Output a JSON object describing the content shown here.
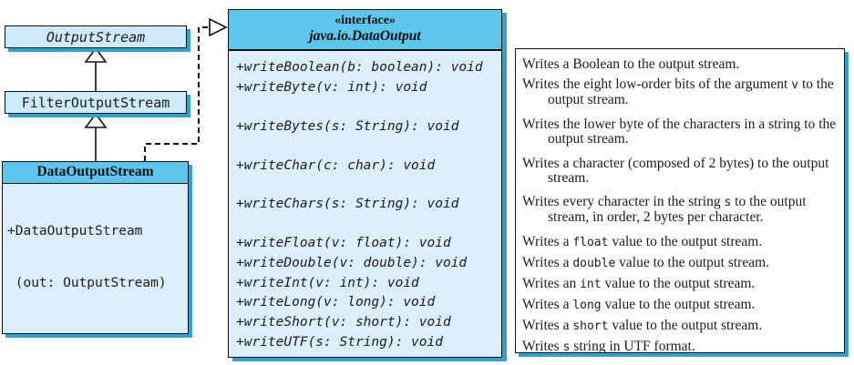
{
  "hierarchy": {
    "classes": [
      {
        "name": "OutputStream",
        "abstract": true
      },
      {
        "name": "FilterOutputStream",
        "abstract": false
      },
      {
        "name": "DataOutputStream",
        "abstract": false,
        "emphasized": true,
        "members": [
          "+DataOutputStream",
          " (out: OutputStream)"
        ]
      }
    ]
  },
  "interface_box": {
    "stereotype": "«interface»",
    "name": "java.io.DataOutput",
    "methods": [
      "+writeBoolean(b: boolean): void",
      "+writeByte(v: int): void",
      "+writeBytes(s: String): void",
      "+writeChar(c: char): void",
      "+writeChars(s: String): void",
      "+writeFloat(v: float): void",
      "+writeDouble(v: double): void",
      "+writeInt(v: int): void",
      "+writeLong(v: long): void",
      "+writeShort(v: short): void",
      "+writeUTF(s: String): void"
    ]
  },
  "descriptions": {
    "rows": [
      [
        {
          "text": "Writes a Boolean to the output stream."
        }
      ],
      [
        {
          "text": "Writes the eight low-order bits of the argument "
        },
        {
          "text": "v",
          "mono": true
        },
        {
          "text": " to the output stream."
        }
      ],
      [
        {
          "text": "Writes the lower byte of the characters in a string to the output stream."
        }
      ],
      [
        {
          "text": "Writes a character (composed of 2 bytes) to the output stream."
        }
      ],
      [
        {
          "text": "Writes every character in the string "
        },
        {
          "text": "s",
          "mono": true
        },
        {
          "text": " to the output stream, in order, 2 bytes per character."
        }
      ],
      [
        {
          "text": "Writes a "
        },
        {
          "text": "float",
          "mono": true
        },
        {
          "text": " value to the output stream."
        }
      ],
      [
        {
          "text": "Writes a "
        },
        {
          "text": "double",
          "mono": true
        },
        {
          "text": " value to the output stream."
        }
      ],
      [
        {
          "text": "Writes an "
        },
        {
          "text": "int",
          "mono": true
        },
        {
          "text": " value to the output stream."
        }
      ],
      [
        {
          "text": "Writes a "
        },
        {
          "text": "long",
          "mono": true
        },
        {
          "text": " value to the output stream."
        }
      ],
      [
        {
          "text": "Writes a "
        },
        {
          "text": "short",
          "mono": true
        },
        {
          "text": " value to the output stream."
        }
      ],
      [
        {
          "text": "Writes "
        },
        {
          "text": "s",
          "mono": true
        },
        {
          "text": " string in UTF format."
        }
      ]
    ]
  },
  "colors": {
    "header_fill": "#5ec5ec",
    "body_fill": "#daeffa",
    "class_fill": "#cdeaf8",
    "shadow": "#29a3d7",
    "border": "#111111",
    "text": "#1c1c1c"
  }
}
